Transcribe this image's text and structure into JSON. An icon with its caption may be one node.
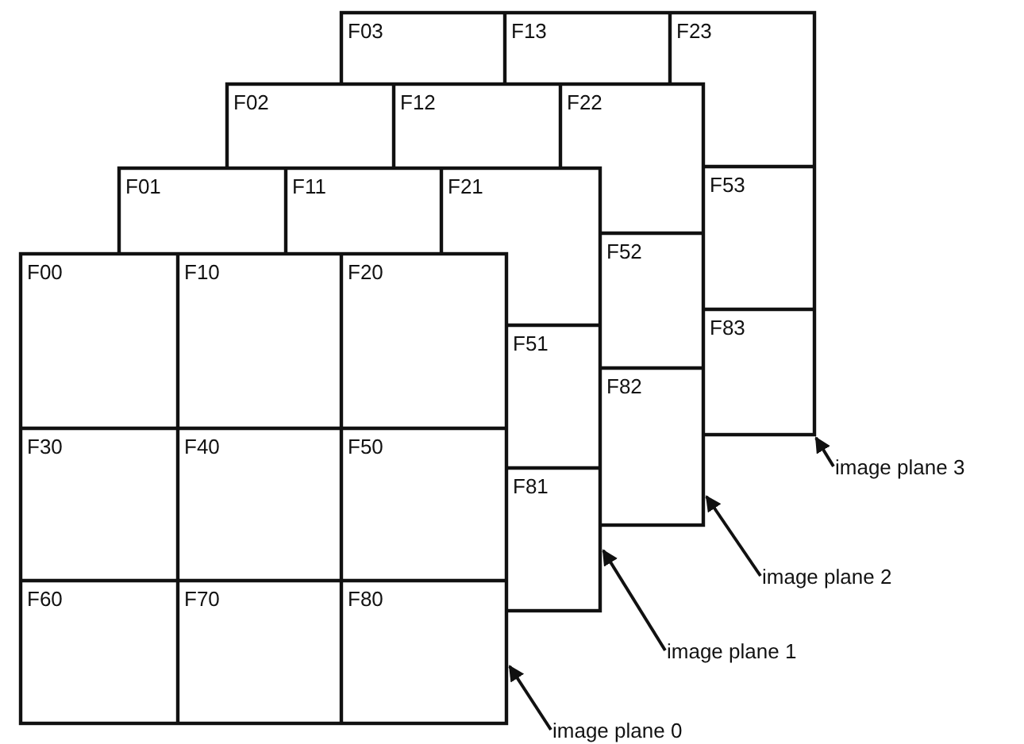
{
  "diagram": {
    "nodes": [
      {
        "text": [
          "F03"
        ]
      },
      {
        "text": [
          "F13"
        ]
      },
      {
        "text": [
          "F23"
        ]
      },
      {
        "text": [
          "F53"
        ]
      },
      {
        "text": [
          "F83"
        ]
      },
      {
        "text": [
          "F02"
        ]
      },
      {
        "text": [
          "F12"
        ]
      },
      {
        "text": [
          "F22"
        ]
      },
      {
        "text": [
          "F52"
        ]
      },
      {
        "text": [
          "F82"
        ]
      },
      {
        "text": [
          "F01"
        ]
      },
      {
        "text": [
          "F11"
        ]
      },
      {
        "text": [
          "F21"
        ]
      },
      {
        "text": [
          "F51"
        ]
      },
      {
        "text": [
          "F81"
        ]
      },
      {
        "text": [
          "F00"
        ]
      },
      {
        "text": [
          "F10"
        ]
      },
      {
        "text": [
          "F20"
        ]
      },
      {
        "text": [
          "F30"
        ]
      },
      {
        "text": [
          "F40"
        ]
      },
      {
        "text": [
          "F50"
        ]
      },
      {
        "text": [
          "F60"
        ]
      },
      {
        "text": [
          "F70"
        ]
      },
      {
        "text": [
          "F80"
        ]
      },
      {
        "text": [
          "image plane 3"
        ]
      },
      {
        "text": [
          "image plane 2"
        ]
      },
      {
        "text": [
          "image plane 1"
        ]
      },
      {
        "text": [
          "image plane 0"
        ]
      }
    ],
    "edges": [
      {
        "from": 24,
        "to": null,
        "arrow": "to"
      },
      {
        "from": 25,
        "to": null,
        "arrow": "to"
      },
      {
        "from": 26,
        "to": null,
        "arrow": "to"
      },
      {
        "from": 27,
        "to": null,
        "arrow": "to"
      }
    ]
  }
}
